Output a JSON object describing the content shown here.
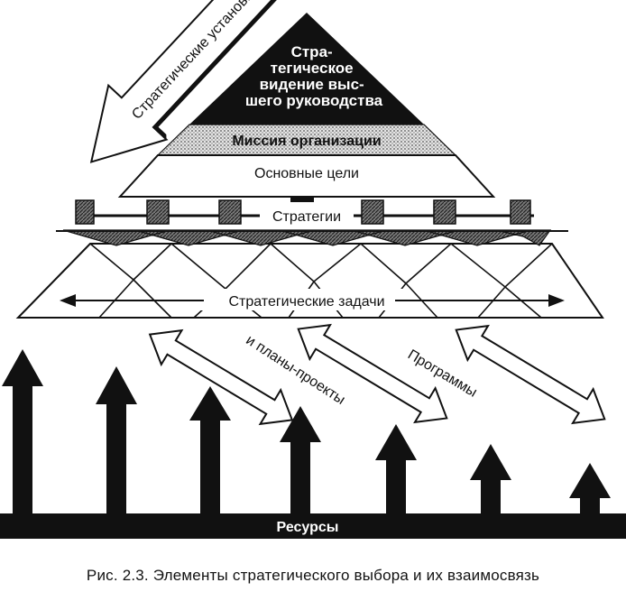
{
  "diagram": {
    "pyramid_top": [
      "Стра-",
      "тегическое",
      "видение выс-",
      "шего руководства"
    ],
    "mission": "Миссия организации",
    "goals": "Основные цели",
    "strategies": "Стратегии",
    "strategic_attitudes": "Стратегические установки",
    "strategic_tasks": "Стратегические задачи",
    "plans_projects": "и планы-проекты",
    "programs": "Программы",
    "resources": "Ресурсы"
  },
  "caption": "Рис. 2.3. Элементы стратегического выбора и их взаимосвязь"
}
